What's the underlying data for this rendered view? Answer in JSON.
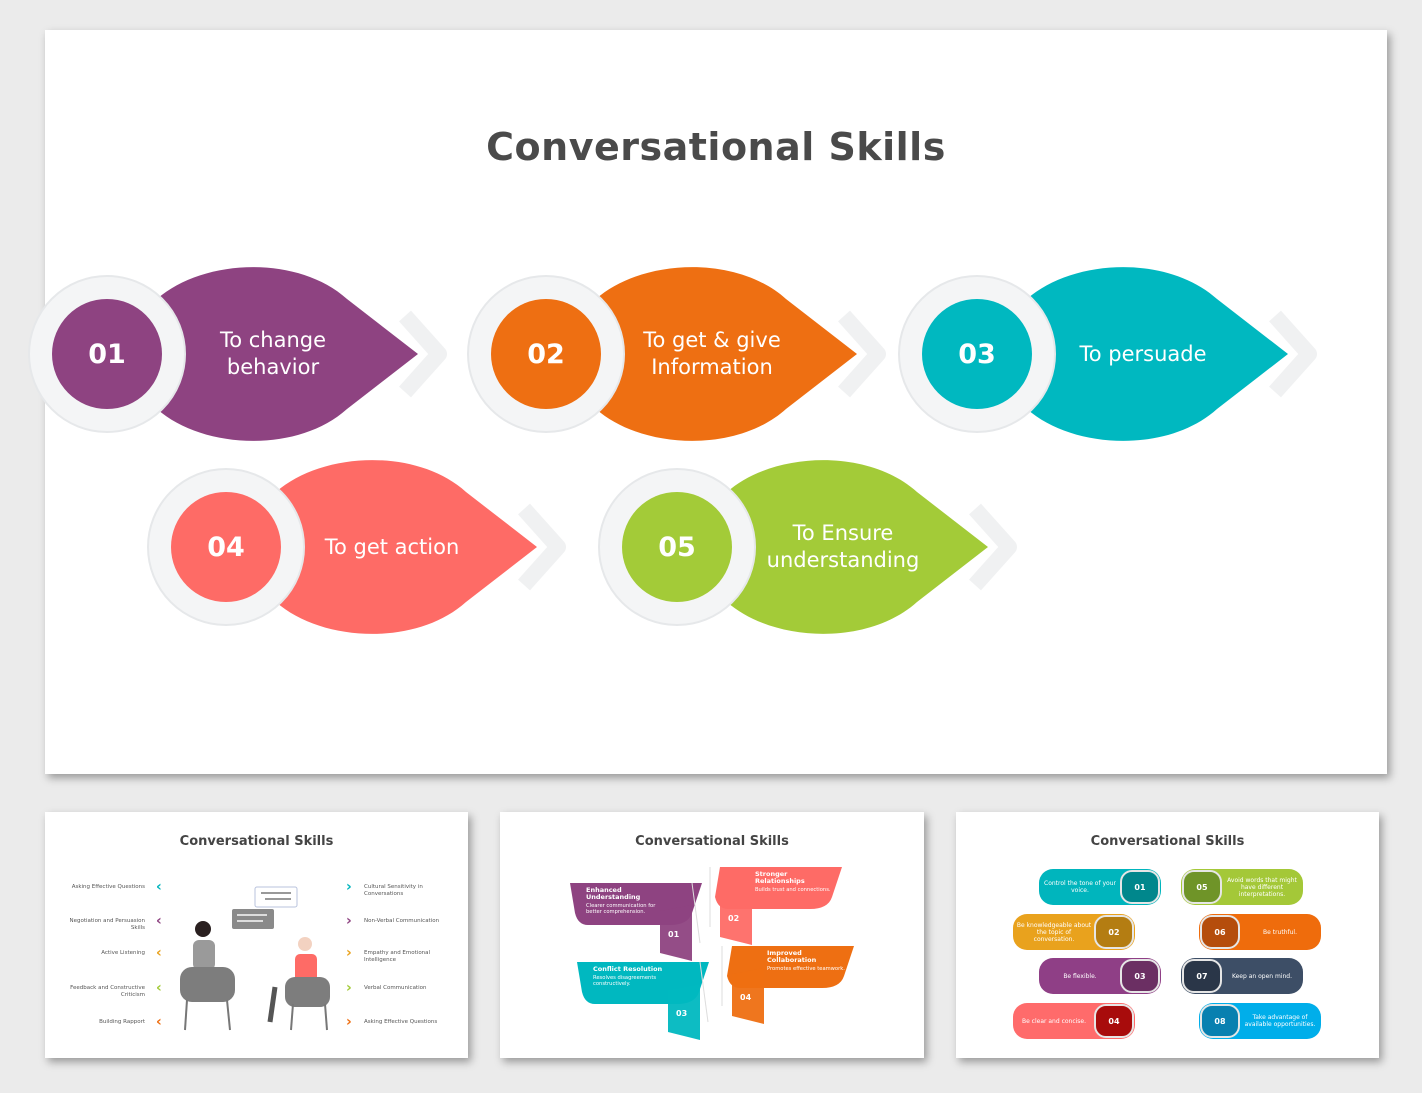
{
  "main": {
    "title": "Conversational Skills",
    "items": [
      {
        "number": "01",
        "label": "To change behavior",
        "color": "#8e4381"
      },
      {
        "number": "02",
        "label": "To get & give Information",
        "color": "#ee6f12"
      },
      {
        "number": "03",
        "label": "To persuade",
        "color": "#00b8c0"
      },
      {
        "number": "04",
        "label": "To get action",
        "color": "#fe6b66"
      },
      {
        "number": "05",
        "label": "To Ensure understanding",
        "color": "#a3cb38"
      }
    ]
  },
  "thumb1": {
    "title": "Conversational Skills",
    "left": [
      {
        "label": "Asking Effective Questions",
        "color": "#00b5bd"
      },
      {
        "label": "Negotiation and Persuasion Skills",
        "color": "#8e4381"
      },
      {
        "label": "Active Listening",
        "color": "#e9a21d"
      },
      {
        "label": "Feedback and Constructive Criticism",
        "color": "#a3cb38"
      },
      {
        "label": "Building Rapport",
        "color": "#ee6f12"
      }
    ],
    "right": [
      {
        "label": "Cultural Sensitivity in Conversations",
        "color": "#00b5bd"
      },
      {
        "label": "Non-Verbal Communication",
        "color": "#8e4381"
      },
      {
        "label": "Empathy and Emotional Intelligence",
        "color": "#e9a21d"
      },
      {
        "label": "Verbal Communication",
        "color": "#a3cb38"
      },
      {
        "label": "Asking Effective Questions",
        "color": "#ee6f12"
      }
    ]
  },
  "thumb2": {
    "title": "Conversational Skills",
    "ribbons": [
      {
        "number": "01",
        "heading": "Enhanced Understanding",
        "text": "Clearer communication for better comprehension.",
        "color": "#8e4381"
      },
      {
        "number": "02",
        "heading": "Stronger Relationships",
        "text": "Builds trust and connections.",
        "color": "#fe6b66"
      },
      {
        "number": "03",
        "heading": "Conflict Resolution",
        "text": "Resolves disagreements constructively.",
        "color": "#00b8c0"
      },
      {
        "number": "04",
        "heading": "Improved Collaboration",
        "text": "Promotes effective teamwork.",
        "color": "#ee6f12"
      }
    ]
  },
  "thumb3": {
    "title": "Conversational Skills",
    "pills": [
      {
        "number": "01",
        "text": "Control the tone of your voice.",
        "color": "#00b5bd",
        "dark": "#00878c"
      },
      {
        "number": "02",
        "text": "Be knowledgeable about the topic of conversation.",
        "color": "#e9a21d",
        "dark": "#b47d12"
      },
      {
        "number": "03",
        "text": "Be flexible.",
        "color": "#8f3f86",
        "dark": "#6b2f63"
      },
      {
        "number": "04",
        "text": "Be clear and concise.",
        "color": "#ff6b6b",
        "dark": "#a80c0c"
      },
      {
        "number": "05",
        "text": "Avoid words that might have different interpretations.",
        "color": "#a4c838",
        "dark": "#6f9428"
      },
      {
        "number": "06",
        "text": "Be truthful.",
        "color": "#ef6c0c",
        "dark": "#b54d0c"
      },
      {
        "number": "07",
        "text": "Keep an open mind.",
        "color": "#3d4e66",
        "dark": "#2a3648"
      },
      {
        "number": "08",
        "text": "Take advantage of available opportunities.",
        "color": "#00aeea",
        "dark": "#0880b0"
      }
    ]
  }
}
